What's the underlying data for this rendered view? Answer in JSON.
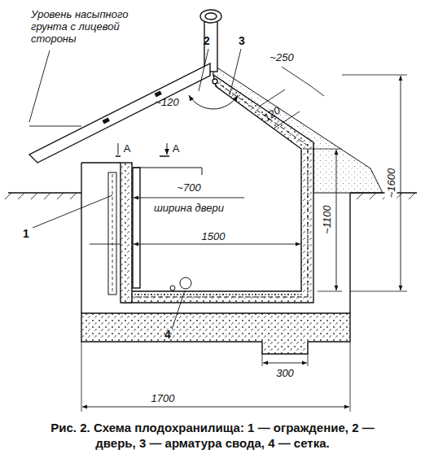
{
  "diagram": {
    "caption": "Рис. 2. Схема плодохранилища: 1 — ограждение, 2 — дверь, 3 — арматура свода, 4 — сетка.",
    "labels": [
      "Уровень насыпного грунта с лицевой стороны",
      "2",
      "3",
      "~250",
      "~120",
      "120",
      "А",
      "А",
      "~700",
      "ширина двери",
      "1",
      "1500",
      "~1100",
      "~1600",
      "4",
      "300",
      "1700"
    ]
  }
}
